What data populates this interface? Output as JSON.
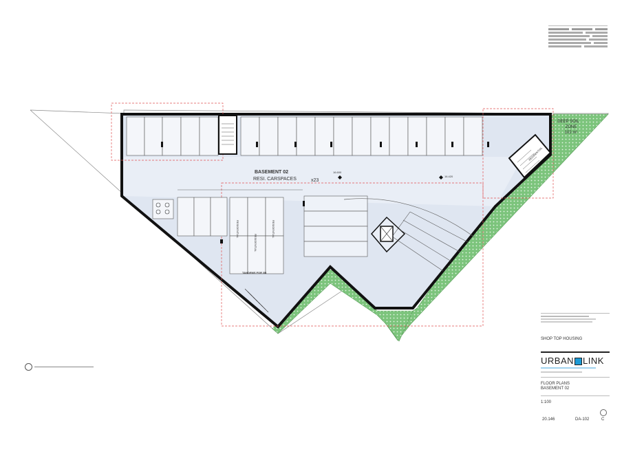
{
  "plan": {
    "level_title": "BASEMENT 02",
    "level_subtitle": "RESI. CARSPACES",
    "car_count": "x23",
    "deep_soil_line1": "DEEP SOIL",
    "deep_soil_line2": "ZONE",
    "deep_soil_area": "102 m²",
    "tandem_note": "TANDEMS FOR 3B",
    "rl_level_1": "16.600",
    "rl_level_2": "16.420",
    "space_label": "RESIDENTIAL"
  },
  "title_block": {
    "project": "SHOP TOP HOUSING",
    "firm_name_left": "URBAN",
    "firm_name_right": "LINK",
    "drawing_title": "FLOOR PLANS",
    "drawing_subtitle": "BASEMENT 02",
    "scale": "1:100",
    "job_number": "20.146",
    "drawing_number": "DA-102",
    "revision": "C"
  },
  "colors": {
    "deep_soil": "#7cc47c",
    "wall": "#111111",
    "floor_fill": "#dfe6f1",
    "setback_dash": "#e05050",
    "accent": "#1a9ad6"
  }
}
